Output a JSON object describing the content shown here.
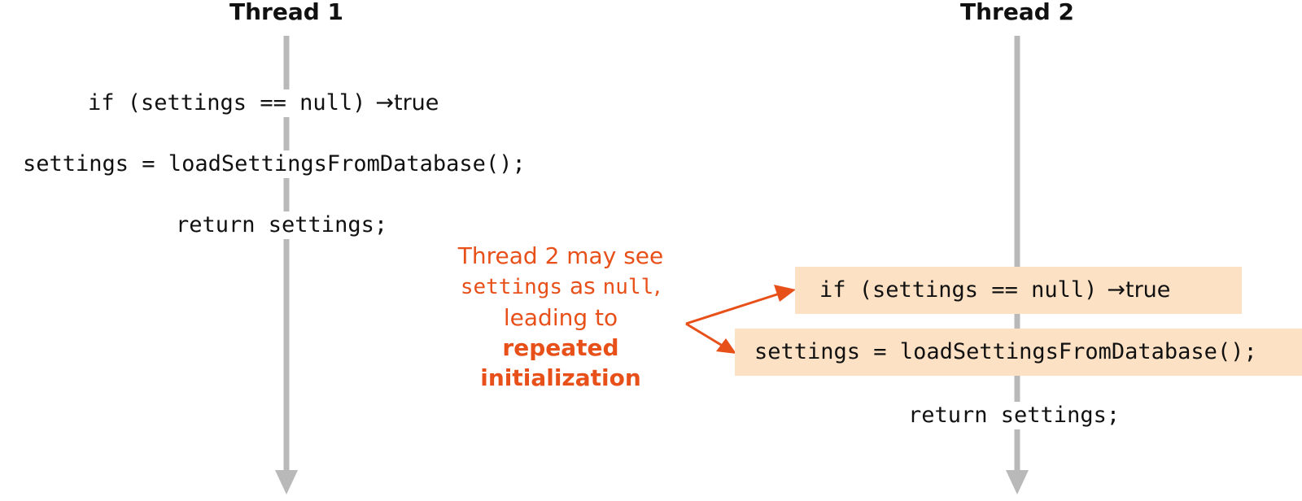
{
  "thread1": {
    "title": "Thread 1",
    "steps": [
      {
        "code": "if (settings == null)",
        "arrow": "→",
        "result": "true"
      },
      {
        "code": "settings = loadSettingsFromDatabase();"
      },
      {
        "code": "return settings;"
      }
    ]
  },
  "thread2": {
    "title": "Thread 2",
    "steps": [
      {
        "code": "if (settings == null)",
        "arrow": "→",
        "result": "true"
      },
      {
        "code": "settings = loadSettingsFromDatabase();"
      },
      {
        "code": "return settings;"
      }
    ]
  },
  "annotation": {
    "line1": "Thread 2 may see",
    "line2_code": "settings",
    "line2_mid": " as ",
    "line2_code2": "null",
    "line2_end": ",",
    "line3": "leading to",
    "line4": "repeated",
    "line5": "initialization"
  },
  "colors": {
    "lane": "#b9b9b9",
    "highlight": "#fde1c4",
    "annotation": "#e8501a"
  }
}
